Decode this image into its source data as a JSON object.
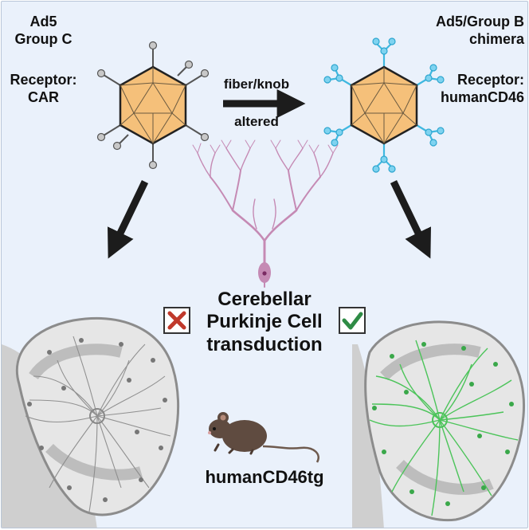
{
  "left_virus": {
    "name_line1": "Ad5",
    "name_line2": "Group C",
    "receptor_line1": "Receptor:",
    "receptor_line2": "CAR",
    "color_capsid": "#f5c07a",
    "color_fiber": "#8a8a8a"
  },
  "right_virus": {
    "name_line1": "Ad5/Group B",
    "name_line2": "chimera",
    "receptor_line1": "Receptor:",
    "receptor_line2": "humanCD46",
    "color_capsid": "#f5c07a",
    "color_fiber": "#3fb8e0"
  },
  "arrow_label_top": "fiber/knob",
  "arrow_label_bottom": "altered",
  "center_title_line1": "Cerebellar",
  "center_title_line2": "Purkinje Cell",
  "center_title_line3": "transduction",
  "left_result_icon": "cross-icon",
  "right_result_icon": "check-icon",
  "mouse_label": "humanCD46tg",
  "colors": {
    "background": "#eaf1fb",
    "neuron": "#c58ab4",
    "cross": "#c0392b",
    "check": "#2e8b45",
    "cerebellum_left_lines": "#8c8c8c",
    "cerebellum_right_lines": "#4cc45a"
  }
}
